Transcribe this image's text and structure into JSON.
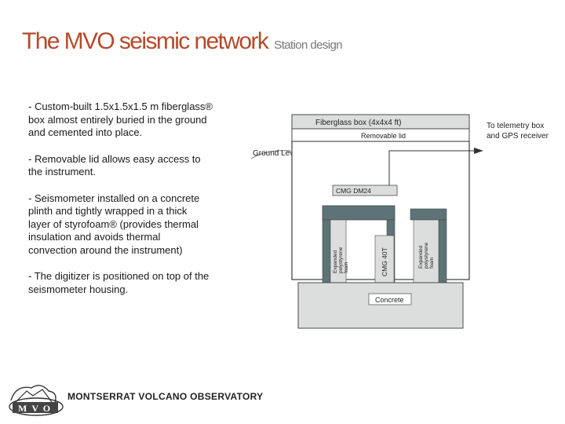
{
  "header": {
    "title": "The MVO seismic network",
    "subtitle": "Station design"
  },
  "bullets": [
    {
      "lines": [
        "- Custom-built 1.5x1.5x1.5 m fiberglass®",
        "box almost entirely buried in the ground",
        "and cemented into place."
      ]
    },
    {
      "lines": [
        "- Removable lid allows easy access to",
        "the instrument."
      ]
    },
    {
      "lines": [
        "- Seismometer installed on a concrete",
        "plinth and tightly wrapped in a thick",
        "layer of styrofoam® (provides thermal",
        "insulation and avoids thermal",
        "convection around the instrument)"
      ]
    },
    {
      "lines": [
        "- The digitizer is positioned on top of the",
        "seismometer housing."
      ]
    }
  ],
  "diagram": {
    "box_label": "Fiberglass box (4x4x4 ft)",
    "lid_label": "Removable lid",
    "telemetry_label": [
      "To telemetry box",
      "and GPS receiver"
    ],
    "ground_label": "Ground Level",
    "digitizer_label": "CMG DM24",
    "seismometer_label": "CMG 40T",
    "foam_left_label": [
      "Expanded",
      "polystyrene",
      "foam"
    ],
    "foam_right_label": [
      "Expanded",
      "polystyrene",
      "foam"
    ],
    "concrete_label": "Concrete"
  },
  "footer": {
    "org_name": "MONTSERRAT VOLCANO OBSERVATORY",
    "logo_text": "MVO"
  },
  "colors": {
    "title": "#b54a2c",
    "panel_dark": "#5d7378",
    "panel_light": "#dcdedd",
    "outline": "#4a4a4a"
  }
}
